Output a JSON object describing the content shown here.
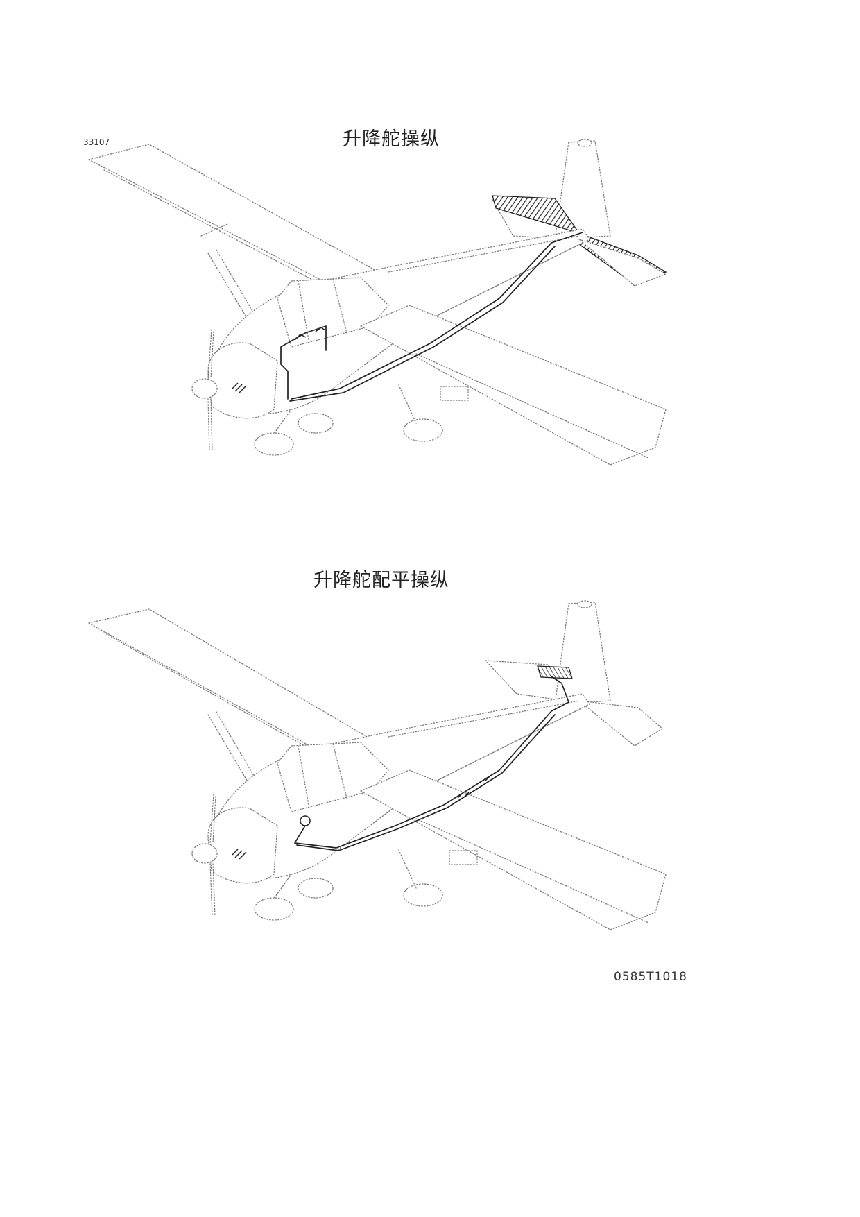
{
  "top": {
    "title": "升降舵操纵",
    "figure_code": "33107"
  },
  "bottom": {
    "title": "升降舵配平操纵",
    "figure_code": "0585T1018"
  },
  "colors": {
    "line": "#777777",
    "cable": "#222222"
  }
}
